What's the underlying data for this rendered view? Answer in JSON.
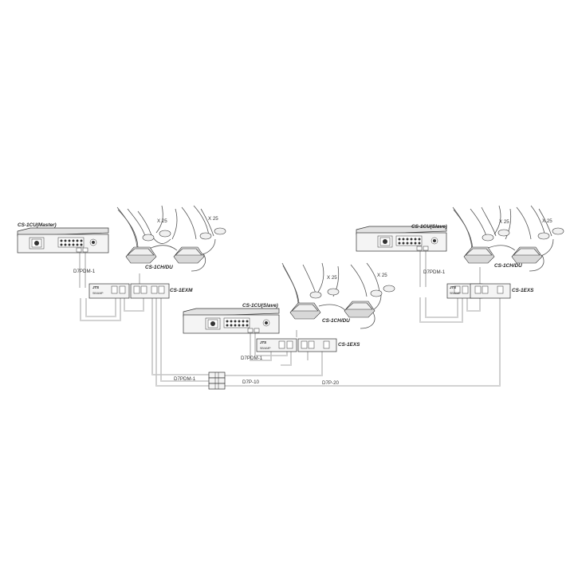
{
  "systems": {
    "master": {
      "cu_label": "CS-1CU(Master)",
      "chdu_label": "CS-1CH/DU",
      "ex_label": "CS-1EXM",
      "cable_label": "D7PDM-1",
      "count_a": "X 25",
      "count_b": "X 25"
    },
    "slave_center": {
      "cu_label": "CS-1CU(Slave)",
      "chdu_label": "CS-1CH/DU",
      "ex_label": "CS-1EXS",
      "cable_label": "D7PDM-1",
      "count_a": "X 25",
      "count_b": "X 25"
    },
    "slave_right": {
      "cu_label": "CS-1CU(Slave)",
      "chdu_label": "CS-1CH/DU",
      "ex_label": "CS-1EXS",
      "cable_label": "D7PDM-1",
      "count_a": "X 25",
      "count_b": "X 25"
    }
  },
  "interconnect": {
    "cable_a": "D7PDM-1",
    "cable_b": "D7P-10",
    "cable_c": "D7P-20"
  },
  "brand": "JTS",
  "amp_label": "SB/AMP"
}
